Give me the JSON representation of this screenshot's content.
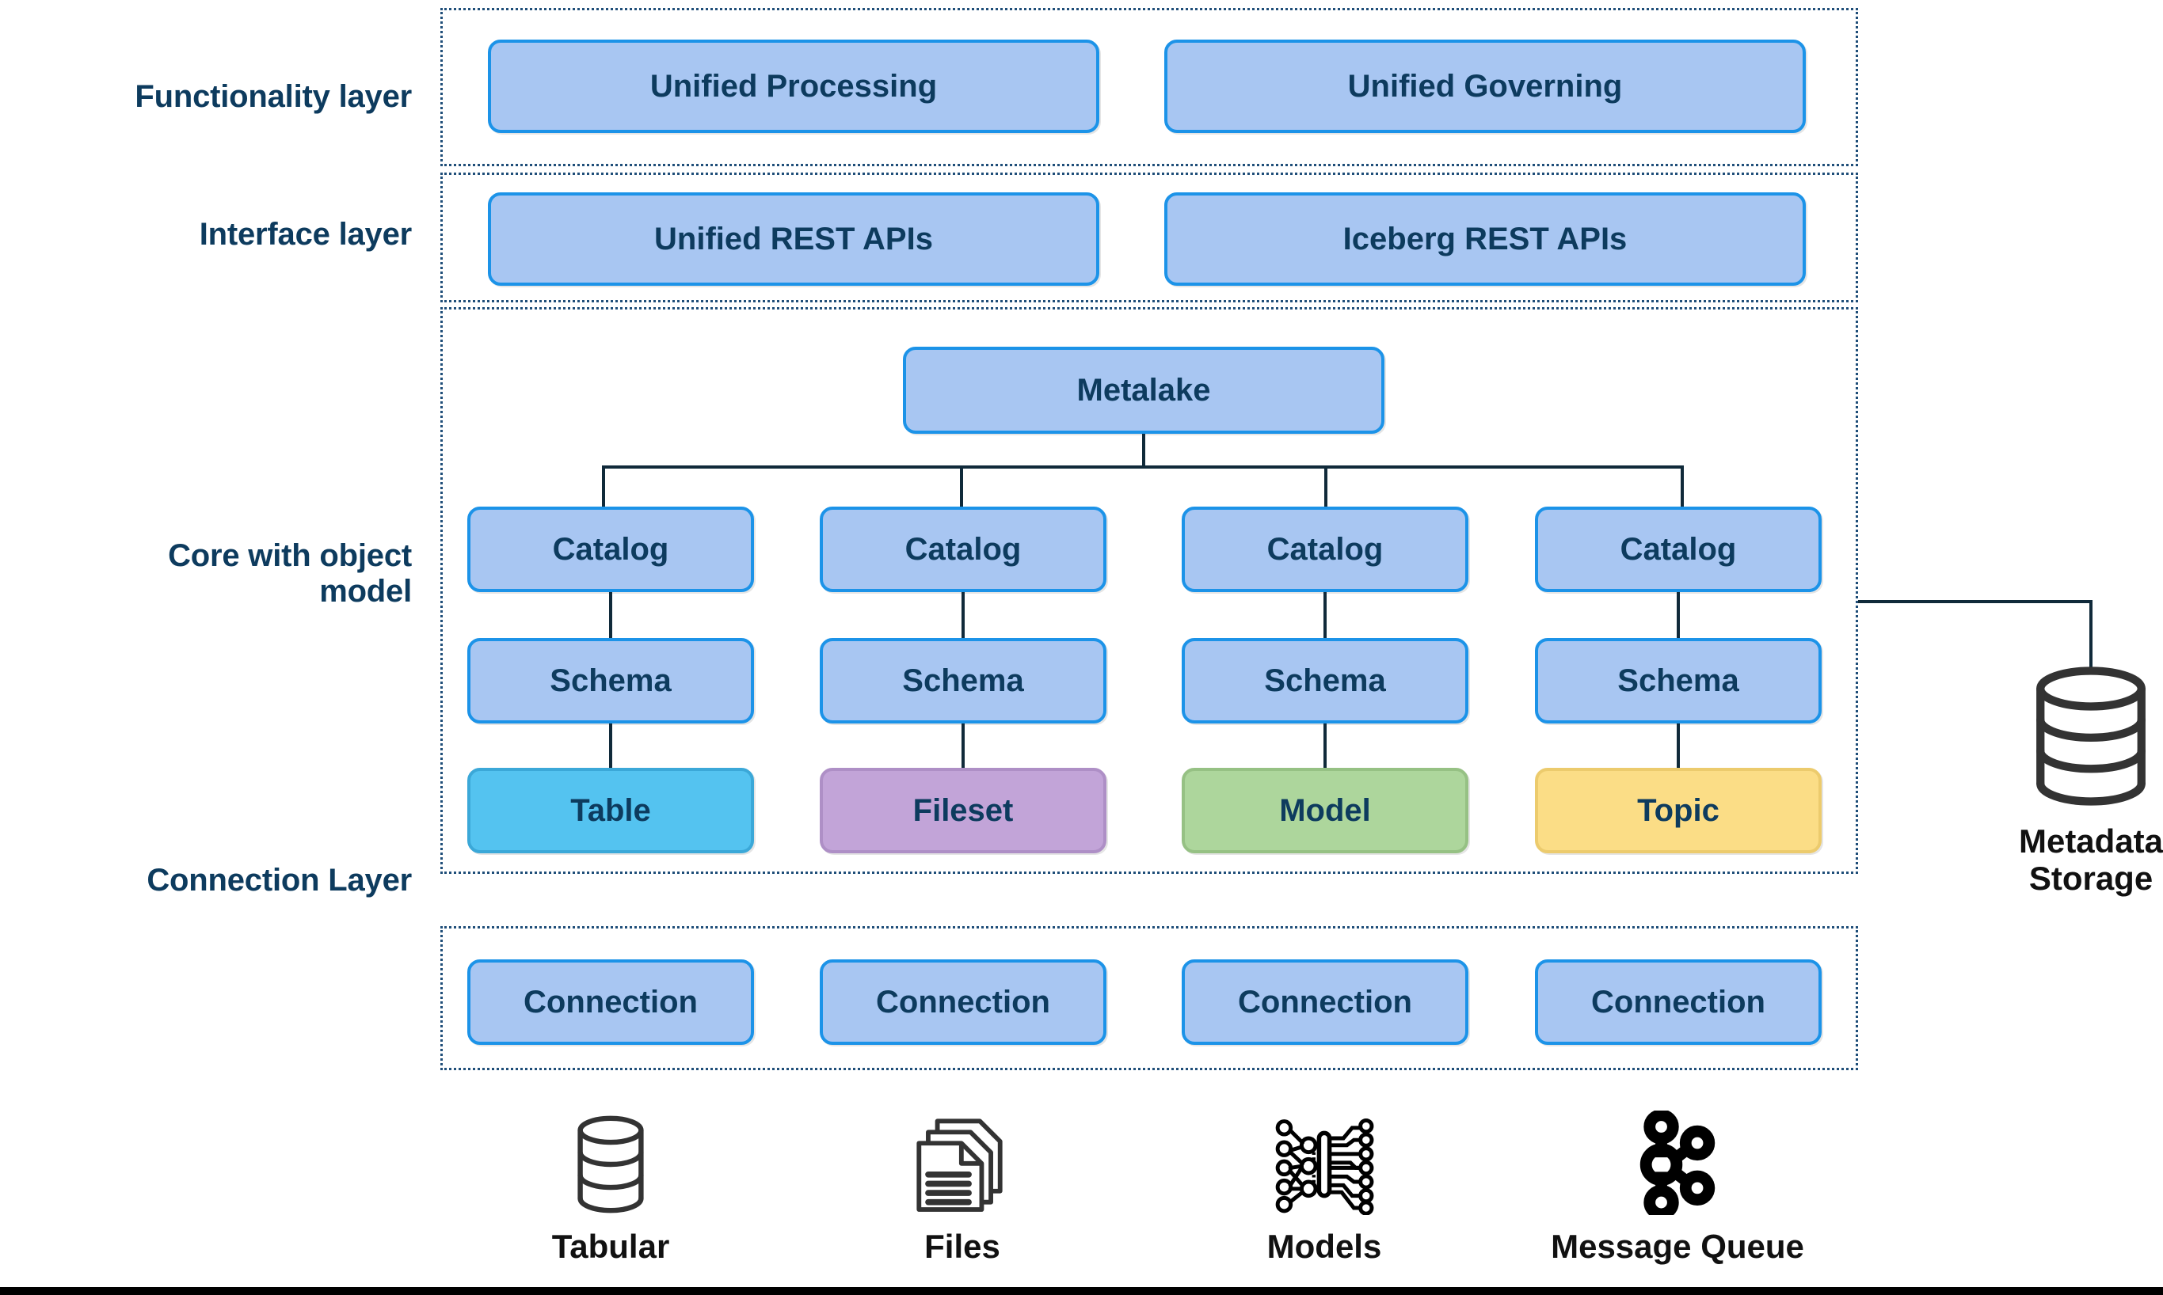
{
  "layers": [
    {
      "id": "functionality",
      "label": "Functionality layer"
    },
    {
      "id": "interface",
      "label": "Interface layer"
    },
    {
      "id": "core",
      "label": "Core with object\nmodel",
      "line1": "Core with object",
      "line2": "model"
    },
    {
      "id": "connection",
      "label": "Connection Layer"
    }
  ],
  "functionality_layer": {
    "boxes": [
      {
        "label": "Unified Processing"
      },
      {
        "label": "Unified Governing"
      }
    ]
  },
  "interface_layer": {
    "boxes": [
      {
        "label": "Unified REST APIs"
      },
      {
        "label": "Iceberg REST APIs"
      }
    ]
  },
  "core_layer": {
    "root": {
      "label": "Metalake"
    },
    "columns": [
      {
        "catalog": "Catalog",
        "schema": "Schema",
        "leaf": "Table",
        "leaf_kind": "leaf-table"
      },
      {
        "catalog": "Catalog",
        "schema": "Schema",
        "leaf": "Fileset",
        "leaf_kind": "leaf-fileset"
      },
      {
        "catalog": "Catalog",
        "schema": "Schema",
        "leaf": "Model",
        "leaf_kind": "leaf-model"
      },
      {
        "catalog": "Catalog",
        "schema": "Schema",
        "leaf": "Topic",
        "leaf_kind": "leaf-topic"
      }
    ]
  },
  "connection_layer": {
    "boxes": [
      {
        "label": "Connection"
      },
      {
        "label": "Connection"
      },
      {
        "label": "Connection"
      },
      {
        "label": "Connection"
      }
    ]
  },
  "metadata_storage": {
    "icon": "database-cylinder-icon",
    "line1": "Metadata",
    "line2": "Storage"
  },
  "sources": [
    {
      "icon": "database-cylinder-icon",
      "label": "Tabular"
    },
    {
      "icon": "stacked-documents-icon",
      "label": "Files"
    },
    {
      "icon": "neural-network-icon",
      "label": "Models"
    },
    {
      "icon": "message-queue-nodes-icon",
      "label": "Message Queue"
    }
  ],
  "colors": {
    "node_fill": "#A8C6F2",
    "node_border": "#1C93E8",
    "text_navy": "#0D3B5E",
    "band_border": "#1F4E79",
    "table_fill": "#54C3F0",
    "fileset_fill": "#C2A4D8",
    "model_fill": "#ADD69C",
    "topic_fill": "#FBDD86",
    "icon_dark": "#333333"
  }
}
